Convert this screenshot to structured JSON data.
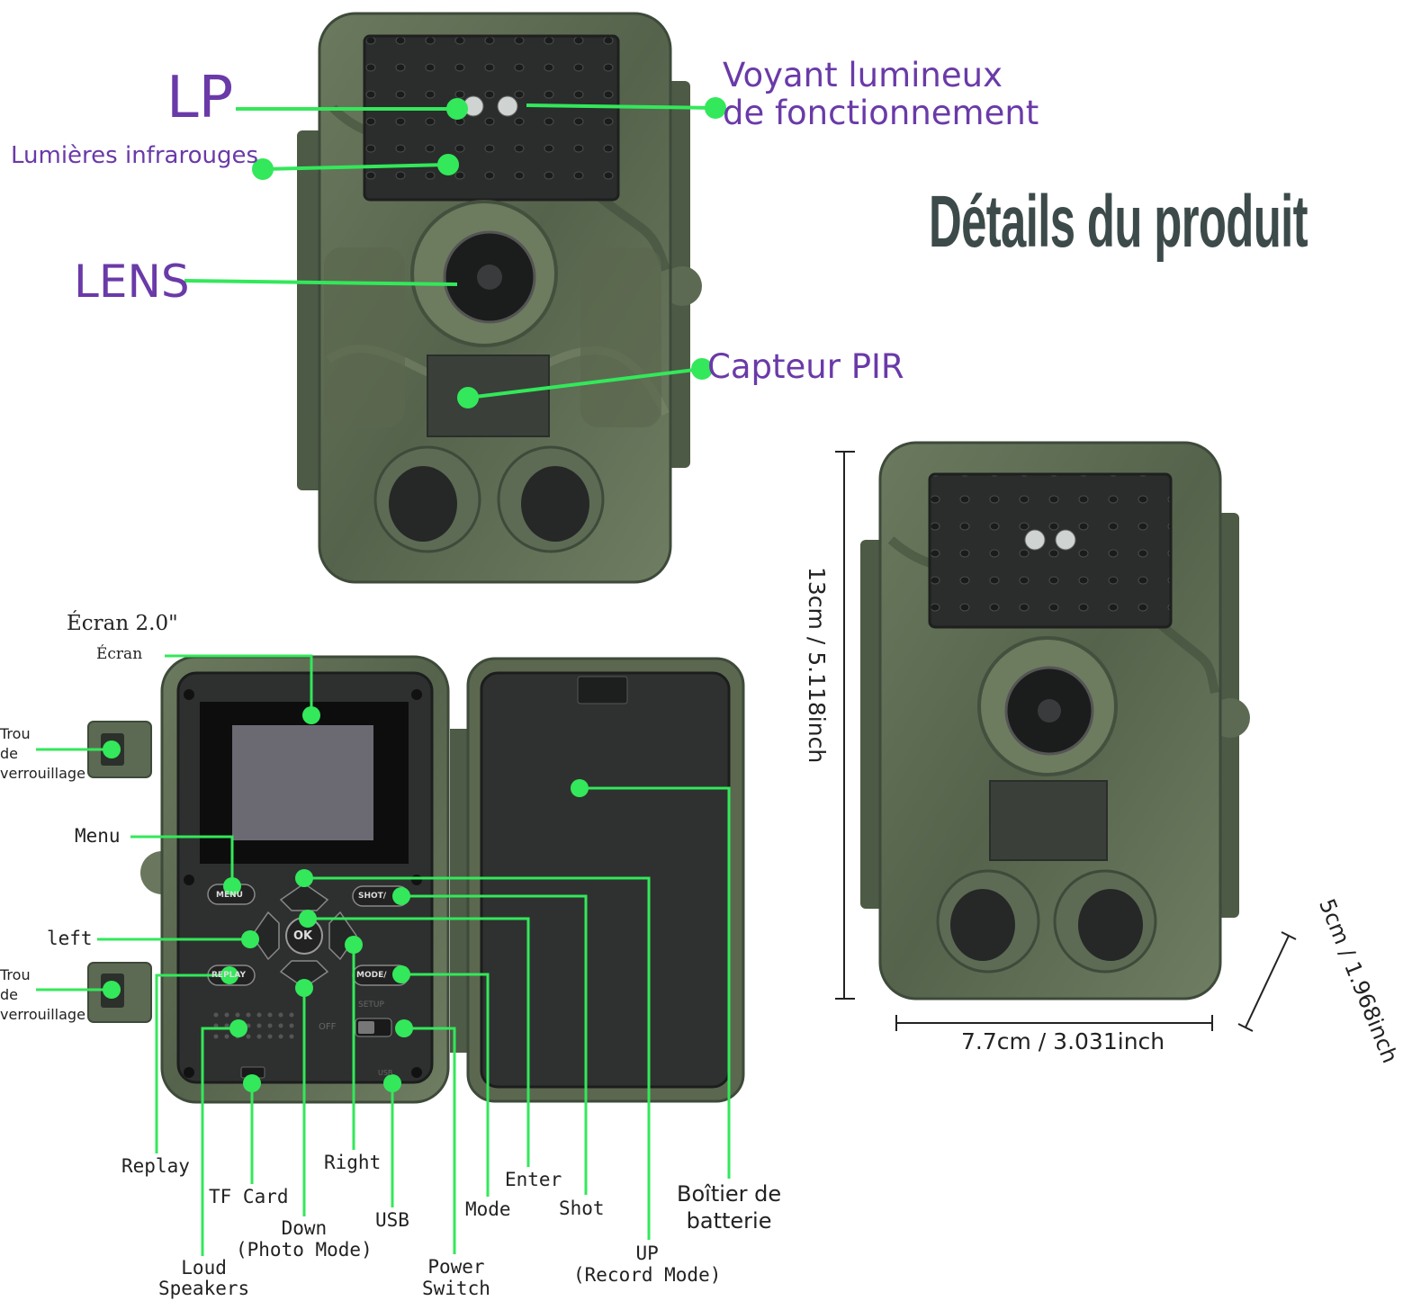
{
  "colors": {
    "accent_green": "#33e85a",
    "label_purple": "#6a3aa8",
    "camo_base": "#5c6b52",
    "camo_dark": "#3e4a3a",
    "title_color": "#3d4a4a"
  },
  "title": "Détails du produit",
  "front_view": {
    "lp": "LP",
    "ir_lights": "Lumières infrarouges",
    "lens": "LENS",
    "indicator_line1": "Voyant lumineux",
    "indicator_line2": "de fonctionnement",
    "pir": "Capteur PIR"
  },
  "inside_view": {
    "screen_title": "Écran 2.0\"",
    "screen": "Écran",
    "lock_hole_top": [
      "Trou",
      "de",
      "verrouillage"
    ],
    "lock_hole_bottom": [
      "Trou",
      "de",
      "verrouillage"
    ],
    "menu": "Menu",
    "left": "left",
    "replay": "Replay",
    "tf_card": "TF Card",
    "loud_speakers": [
      "Loud",
      "Speakers"
    ],
    "down": [
      "Down",
      "(Photo Mode)"
    ],
    "right": "Right",
    "usb": "USB",
    "power_switch": [
      "Power",
      "Switch"
    ],
    "mode": "Mode",
    "enter": "Enter",
    "shot": "Shot",
    "up": [
      "UP",
      "(Record Mode)"
    ],
    "battery_box": [
      "Boîtier de",
      "batterie"
    ]
  },
  "device_buttons": {
    "menu": "MENU",
    "ok": "OK",
    "shot": "SHOT/",
    "replay": "REPLAY",
    "mode": "MODE/",
    "setup": "SETUP",
    "off": "OFF",
    "usb": "USB"
  },
  "dimensions": {
    "height": "13cm / 5.118inch",
    "width": "7.7cm / 3.031inch",
    "depth": "5cm / 1.968inch"
  }
}
